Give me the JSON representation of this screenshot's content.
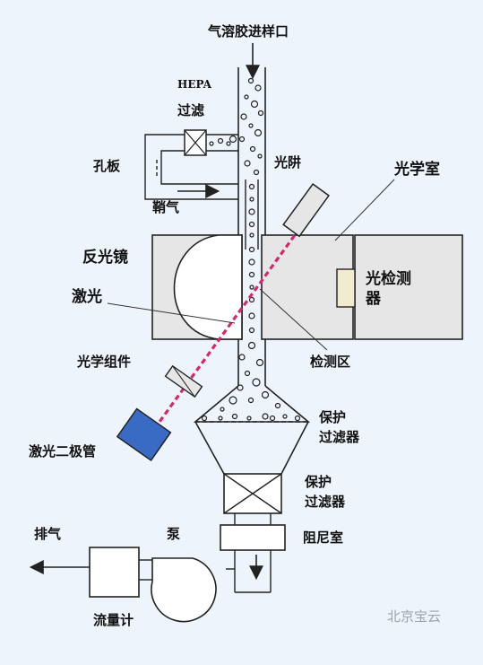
{
  "labels": {
    "inlet": "气溶胶进样口",
    "hepa": "HEPA",
    "filter_top": "过滤",
    "orifice": "孔板",
    "sheath": "鞘气",
    "funnel": "光阱",
    "optical_chamber": "光学室",
    "reflector": "反光镜",
    "detector_line1": "光检测",
    "detector_line2": "器",
    "laser": "激光",
    "detection_zone": "检测区",
    "optics": "光学组件",
    "laser_diode": "激光二极管",
    "protect1_line1": "保护",
    "protect1_line2": "过滤器",
    "protect2_line1": "保护",
    "protect2_line2": "过滤器",
    "damper": "阻尼室",
    "exhaust": "排气",
    "pump": "泵",
    "flowmeter": "流量计"
  },
  "watermark": "北京宝云",
  "colors": {
    "background": "#eef4fb",
    "chamber_fill": "#e6e6e6",
    "laser_beam": "#d6266e",
    "laser_diode": "#3a6bc4",
    "line": "#222222"
  }
}
